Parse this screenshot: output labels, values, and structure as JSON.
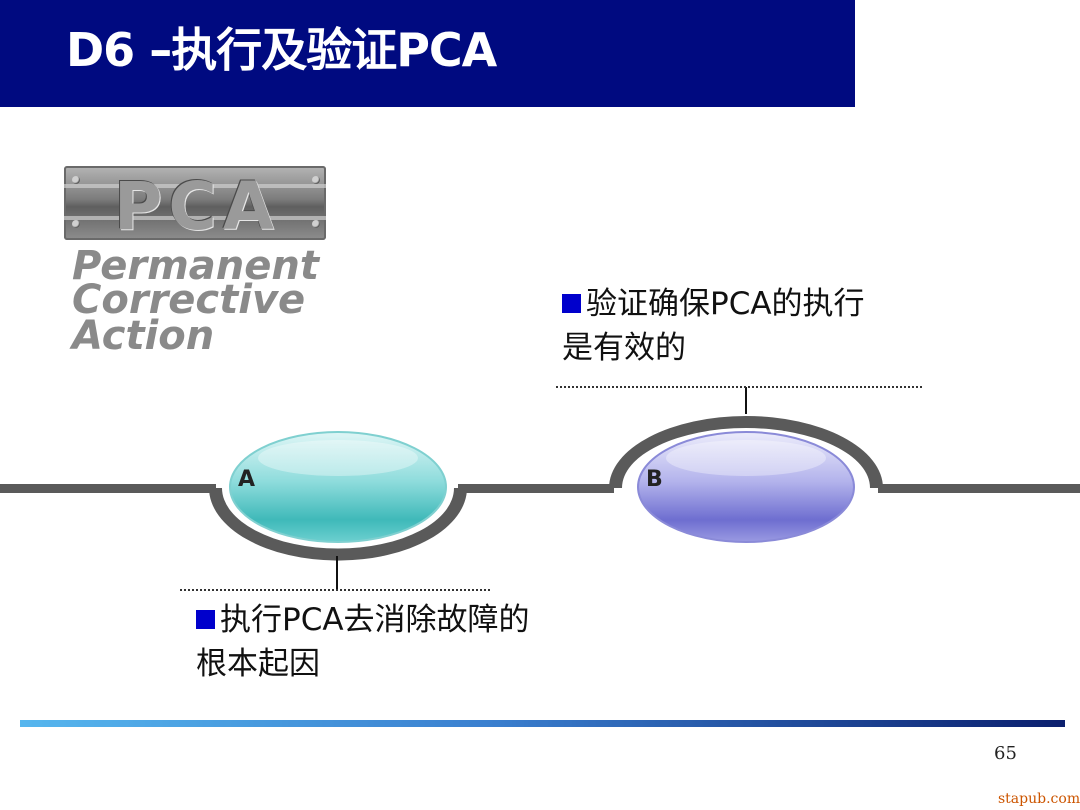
{
  "slide": {
    "title": "D6 –执行及验证PCA",
    "page_number": "65",
    "watermark": "stapub.com"
  },
  "logo": {
    "acronym": "PCA",
    "line1": "Permanent",
    "line2": "Corrective",
    "line3": "Action"
  },
  "diagram": {
    "node_a": {
      "label": "A",
      "note": [
        "执行PCA去消除故障的",
        "根本起因"
      ]
    },
    "node_b": {
      "label": "B",
      "note": [
        "验证确保PCA的执行",
        "是有效的"
      ]
    }
  },
  "colors": {
    "title_bar": "#000a80",
    "bullet": "#0000cc",
    "node_a": "#49c4c4",
    "node_b": "#7a7ad6",
    "track": "#5a5a5a"
  }
}
